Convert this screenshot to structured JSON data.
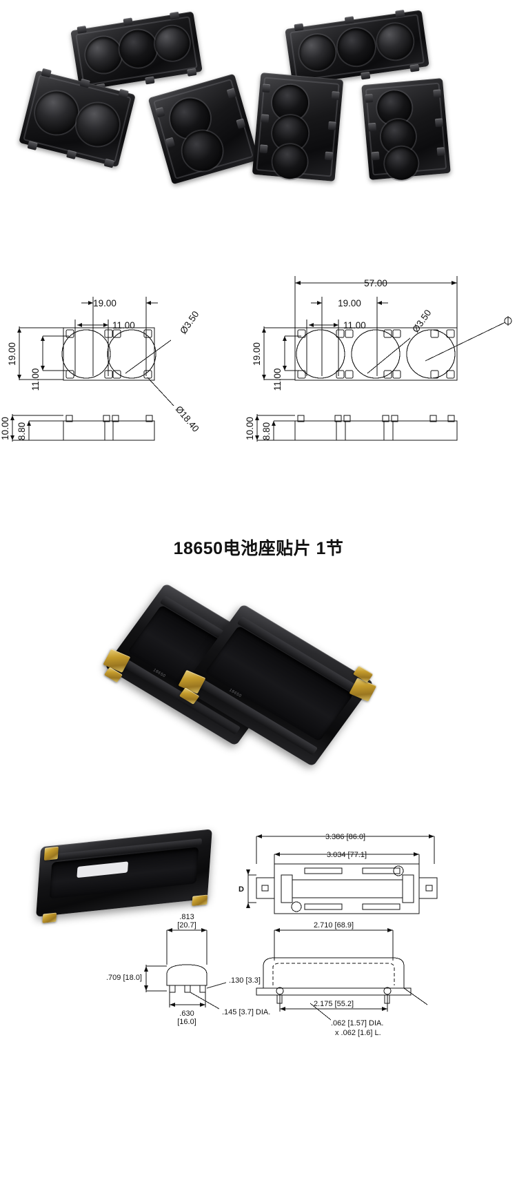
{
  "photo_spacers": {
    "alt_name": "18650 battery spacer brackets product photo",
    "brackets": [
      {
        "id": "bracket-2cell-top-left",
        "cells": 3,
        "orientation": "angled"
      },
      {
        "id": "bracket-2cell-mid-left",
        "cells": 2,
        "orientation": "angled"
      },
      {
        "id": "bracket-2cell-right-front",
        "cells": 2,
        "orientation": "angled"
      },
      {
        "id": "bracket-3cell-top-right",
        "cells": 3,
        "orientation": "angled"
      },
      {
        "id": "bracket-3cell-mid",
        "cells": 3,
        "orientation": "vertical"
      },
      {
        "id": "bracket-3cell-right",
        "cells": 3,
        "orientation": "vertical"
      }
    ]
  },
  "cad_metric": {
    "units": "mm",
    "drawing_2cell": {
      "name": "2-cell spacer dimensioned drawing",
      "top_view": {
        "width_overall": "19.00",
        "pitch": "11.00",
        "height_overall": "19.00",
        "height_inner": "11.00",
        "pin_dia": "Ø3.50",
        "cell_dia": "Ø18.40"
      },
      "side_view": {
        "height_overall": "10.00",
        "height_body": "8.80"
      }
    },
    "drawing_3cell": {
      "name": "3-cell spacer dimensioned drawing",
      "top_view": {
        "length_overall": "57.00",
        "width_overall": "19.00",
        "pitch": "11.00",
        "height_overall": "19.00",
        "height_inner": "11.00",
        "pin_dia": "Ø3.50",
        "cell_dia_partial": "Ø"
      },
      "side_view": {
        "height_overall": "10.00",
        "height_body": "8.80"
      }
    }
  },
  "title": {
    "text": "18650电池座贴片 1节"
  },
  "photo_smd": {
    "alt_name": "18650 SMD single-cell battery holder pair product photo",
    "holders": [
      {
        "id": "smd-holder-left",
        "terminals": 2
      },
      {
        "id": "smd-holder-right",
        "terminals": 2
      }
    ]
  },
  "bottom_block": {
    "render_3d": {
      "name": "18650 SMD holder isometric render"
    },
    "cad_imperial": {
      "units": "inch [mm]",
      "top_view": {
        "name": "top view dimensioned drawing",
        "length_overall": "3.386 [86.0]",
        "length_inner": "3.034 [77.1]",
        "depth_label": "D"
      },
      "end_view": {
        "name": "end view dimensioned drawing",
        "width_overall": ".813",
        "width_overall_mm": "[20.7]",
        "height_overall": ".709 [18.0]",
        "foot_height": ".130 [3.3]",
        "base_width": ".630",
        "base_width_mm": "[16.0]",
        "hole_dia": ".145 [3.7] DIA."
      },
      "side_view": {
        "name": "side view dimensioned drawing",
        "length_body": "2.710 [68.9]",
        "pin_pitch": "2.175 [55.2]",
        "pin_dia": ".062 [1.57] DIA.",
        "pin_length": "x .062 [1.6] L."
      }
    }
  },
  "colors": {
    "background": "#ffffff",
    "plastic_dark": "#151517",
    "plastic_light": "#4a4a4d",
    "brass": "#c49b2c",
    "line": "#111111"
  }
}
